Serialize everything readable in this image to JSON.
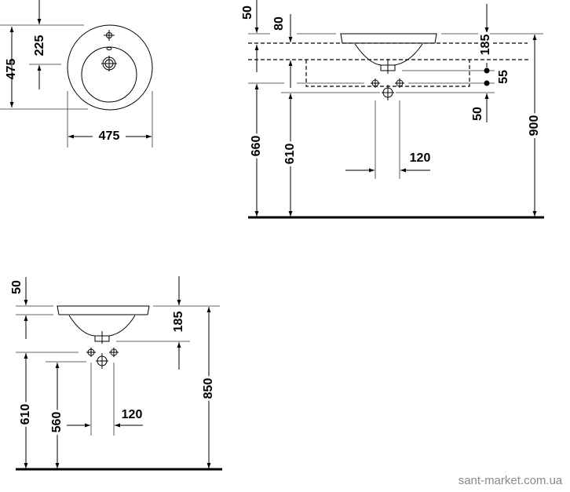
{
  "plan_view": {
    "depth": "475",
    "tap_offset": "225",
    "width": "475"
  },
  "side_view_wall_hung": {
    "rim_thickness": "50",
    "overflow_offset": "80",
    "bowl_depth": "185",
    "fitting_spacing": "55",
    "waste_offset": "50",
    "fitting_height": "660",
    "waste_height": "610",
    "fitting_width": "120",
    "rim_height": "900"
  },
  "side_view_pedestal": {
    "rim_thickness": "50",
    "bowl_depth": "185",
    "fitting_height": "610",
    "waste_height": "560",
    "fitting_width": "120",
    "rim_height": "850"
  },
  "watermark": "sant-market.com.ua"
}
